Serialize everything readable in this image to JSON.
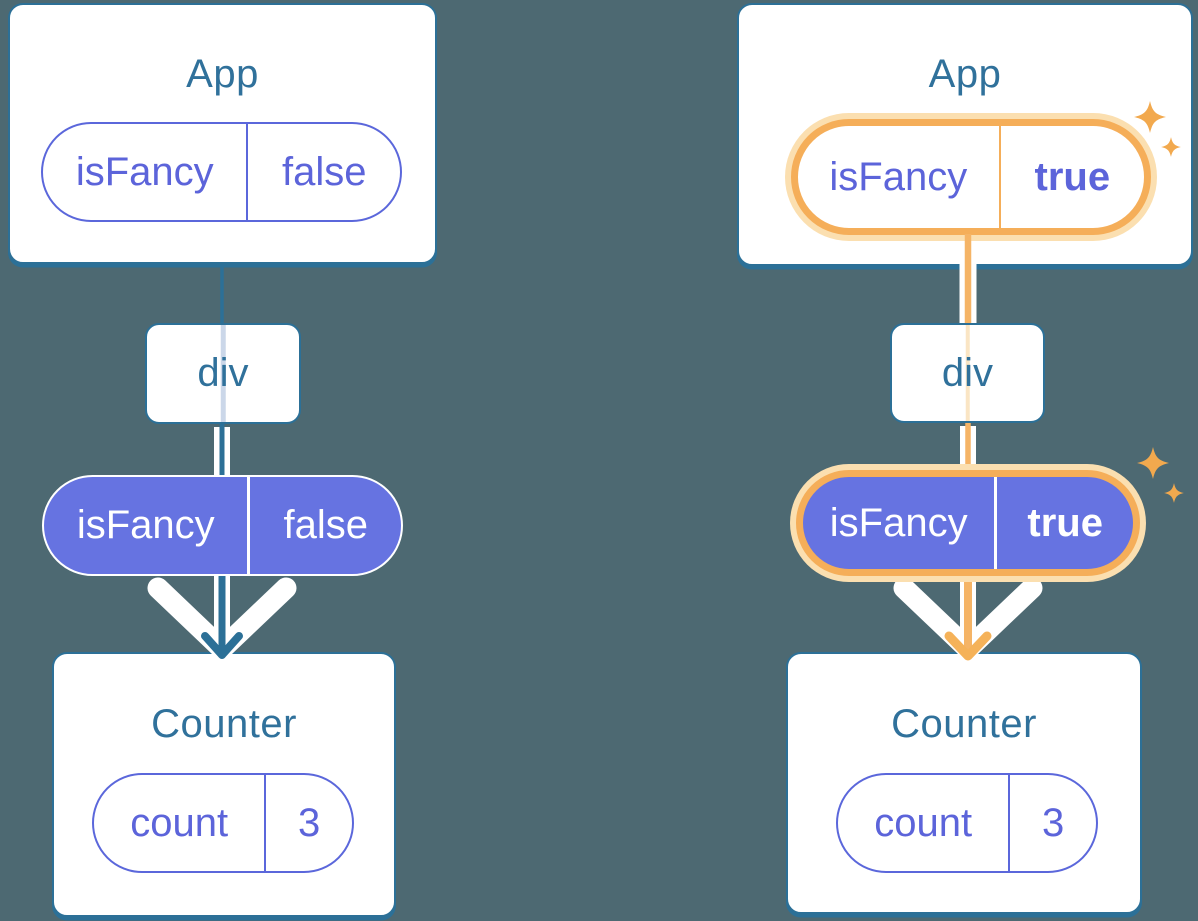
{
  "canvas_background": "#4D6972",
  "colors": {
    "background": "#4D6972",
    "card_border_blue": "#2C7097",
    "heading_text_blue": "#30719B",
    "flow_line_blue": "#2C7097",
    "transition_arrow_blue": "#2B77A8",
    "prop_pill_purple_border": "#5B67DB",
    "prop_pill_purple_text": "#5C64DA",
    "prop_pill_solid_fill": "#6673E1",
    "highlight_orange": "#F5AE59",
    "highlight_orange_glow": "#FBDFB0",
    "highlight_line_orange": "#F5B466",
    "sparkle_orange": "#F2A94E",
    "pill_text_white": "#FFFFFF"
  },
  "before": {
    "app": {
      "title": "App",
      "prop_name": "isFancy",
      "prop_value": "false"
    },
    "middle_node": {
      "label": "div"
    },
    "passed_prop": {
      "name": "isFancy",
      "value": "false"
    },
    "counter": {
      "title": "Counter",
      "prop_name": "count",
      "prop_value": "3"
    }
  },
  "after": {
    "app": {
      "title": "App",
      "prop_name": "isFancy",
      "prop_value": "true"
    },
    "middle_node": {
      "label": "div"
    },
    "passed_prop": {
      "name": "isFancy",
      "value": "true"
    },
    "counter": {
      "title": "Counter",
      "prop_name": "count",
      "prop_value": "3"
    }
  }
}
